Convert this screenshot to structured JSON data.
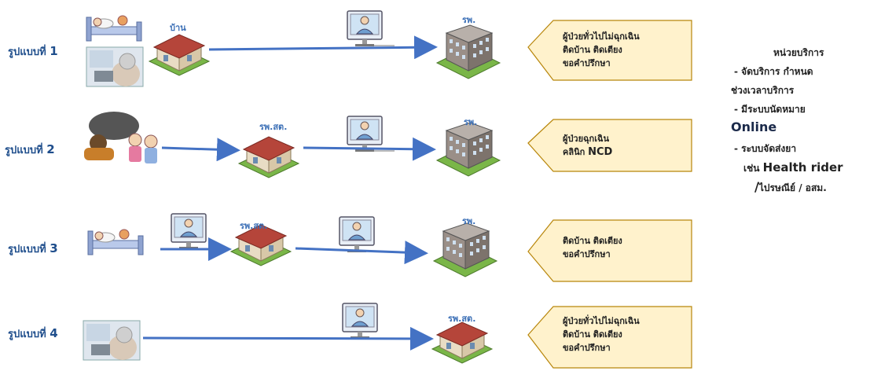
{
  "rows": [
    {
      "label": "รูปแบบที่",
      "num": "1"
    },
    {
      "label": "รูปแบบที่",
      "num": "2"
    },
    {
      "label": "รูปแบบที่",
      "num": "3"
    },
    {
      "label": "รูปแบบที่",
      "num": "4"
    }
  ],
  "places": {
    "home": "บ้าน",
    "hospital": "รพ.",
    "health_center": "รพ.สต."
  },
  "boxes": [
    {
      "line1": "ผู้ป่วยทั่วไปไม่ฉุกเฉิน",
      "line2": "ติดบ้าน ติดเตียง",
      "line3": "ขอคำปรึกษา"
    },
    {
      "line1": "ผู้ป่วยฉุกเฉิน",
      "line2_prefix": "คลินิก ",
      "line2_bold": "NCD"
    },
    {
      "line1": "ติดบ้าน ติดเตียง",
      "line2": "ขอคำปรึกษา"
    },
    {
      "line1": "ผู้ป่วยทั่วไปไม่ฉุกเฉิน",
      "line2": "ติดบ้าน ติดเตียง",
      "line3": "ขอคำปรึกษา"
    }
  ],
  "service_unit": {
    "title": "หน่วยบริการ",
    "line1": "- จัดบริการ กำหนด",
    "line2": "ช่วงเวลาบริการ",
    "line3": "- มีระบบนัดหมาย",
    "line4": "Online",
    "line5": "- ระบบจัดส่งยา",
    "line6_prefix": "เช่น ",
    "line6_bold": "Health rider",
    "line7_prefix": "/",
    "line7_rest": "ไปรษณีย์  / อสม."
  },
  "colors": {
    "arrow": "#4472c4",
    "label": "#1f4e8c",
    "pentagon_fill": "#fff2cc",
    "pentagon_stroke": "#b8860b"
  }
}
